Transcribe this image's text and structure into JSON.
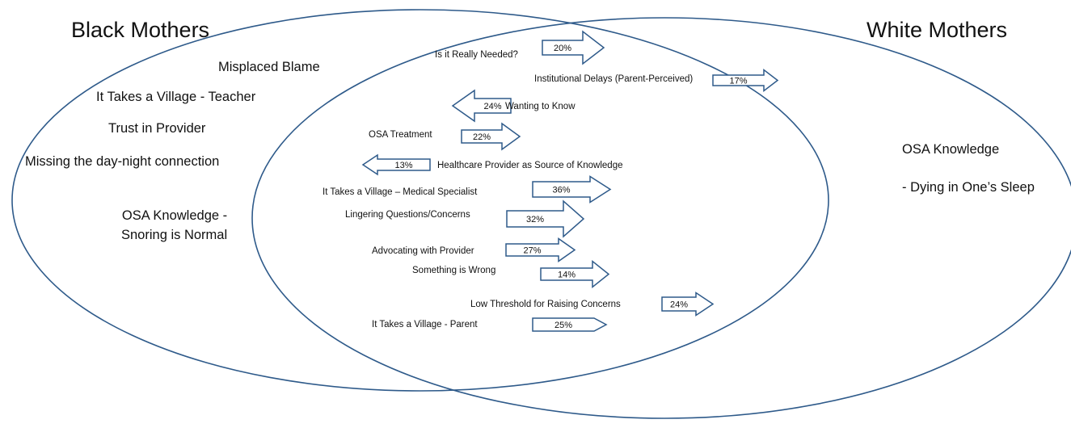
{
  "groups": {
    "black": "Black Mothers",
    "white": "White Mothers"
  },
  "black_only": {
    "misplaced_blame": "Misplaced Blame",
    "village_teacher": "It Takes a Village - Teacher",
    "trust_provider": "Trust in Provider",
    "day_night": "Missing the day-night connection",
    "osa_snoring": "OSA Knowledge -\nSnoring is Normal"
  },
  "white_only": {
    "osa_knowledge": "OSA Knowledge",
    "dying_sleep": "- Dying in One’s Sleep"
  },
  "shared": [
    {
      "label": "Is it Really Needed?",
      "percent": "20%",
      "direction": "right"
    },
    {
      "label": "Institutional Delays (Parent-Perceived)",
      "percent": "17%",
      "direction": "right"
    },
    {
      "label": "Wanting to Know",
      "percent": "24%",
      "direction": "left"
    },
    {
      "label": "OSA Treatment",
      "percent": "22%",
      "direction": "right"
    },
    {
      "label": "Healthcare Provider as Source of Knowledge",
      "percent": "13%",
      "direction": "left"
    },
    {
      "label": "It Takes a Village – Medical Specialist",
      "percent": "36%",
      "direction": "right"
    },
    {
      "label": "Lingering Questions/Concerns",
      "percent": "32%",
      "direction": "right"
    },
    {
      "label": "Advocating with Provider",
      "percent": "27%",
      "direction": "right"
    },
    {
      "label": "Something   is Wrong",
      "percent": "14%",
      "direction": "right"
    },
    {
      "label": "Low Threshold for Raising Concerns",
      "percent": "24%",
      "direction": "right"
    },
    {
      "label": "It Takes a Village - Parent",
      "percent": "25%",
      "direction": "right"
    }
  ],
  "colors": {
    "outline": "#2e5a8a",
    "text": "#111111"
  }
}
